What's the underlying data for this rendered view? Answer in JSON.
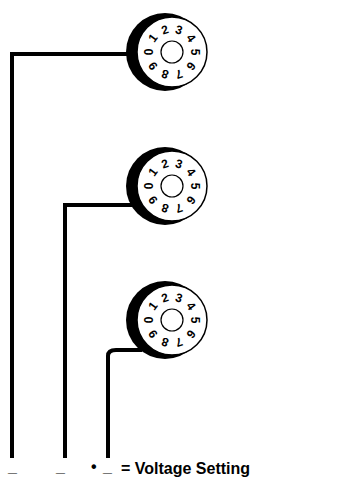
{
  "diagram": {
    "nodes": [
      {
        "text": [
          "0",
          "1",
          "2",
          "3",
          "4",
          "5",
          "6",
          "7",
          "8",
          "9"
        ]
      },
      {
        "text": [
          "0",
          "1",
          "2",
          "3",
          "4",
          "5",
          "6",
          "7",
          "8",
          "9"
        ]
      },
      {
        "text": [
          "0",
          "1",
          "2",
          "3",
          "4",
          "5",
          "6",
          "7",
          "8",
          "9"
        ]
      }
    ],
    "labels": [
      "_",
      "_",
      "•",
      "_",
      "= Voltage Setting"
    ]
  }
}
